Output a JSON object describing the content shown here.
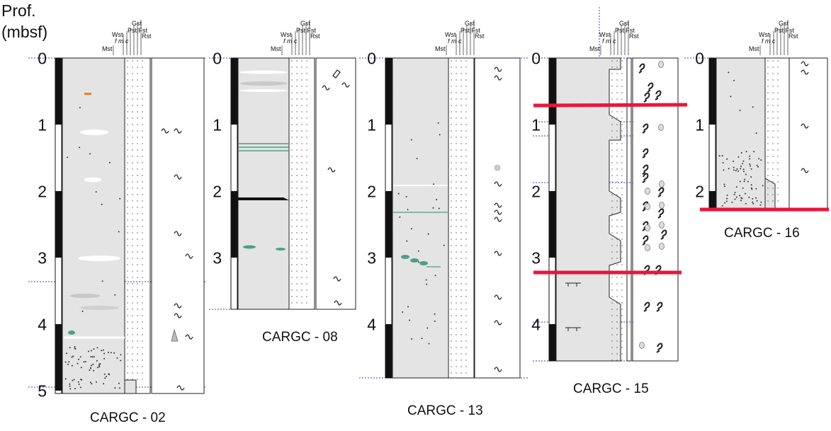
{
  "figure": {
    "axis_label_line1": "Prof.",
    "axis_label_line2": "(mbsf)",
    "header_labels": {
      "gst": "Gst",
      "pst_fst": "Pst|Fst",
      "rst": "Rst",
      "wst": "Wst",
      "fmc": "f m c",
      "mst": "Mst"
    },
    "colors": {
      "core_fill": "#e4e4e4",
      "depth_bar": "#111111",
      "guide_line": "#3a3ae0",
      "red_marker": "#e8173a",
      "green_lens": "#4f9e87",
      "orange_clast": "#f08020"
    },
    "cores": [
      {
        "id": "CARGC - 02",
        "caption": "CARGC - 02",
        "depth_ticks": [
          "0",
          "1",
          "2",
          "3",
          "4",
          "5"
        ],
        "notes": [
          "lamination lenses",
          "bioturbation symbols",
          "dense dotted base"
        ]
      },
      {
        "id": "CARGC - 08",
        "caption": "CARGC - 08",
        "depth_ticks": [
          "0",
          "1",
          "2",
          "3"
        ],
        "notes": [
          "green laminae at ~1.3 m",
          "black erosive surface at ~2.1 m"
        ]
      },
      {
        "id": "CARGC - 13",
        "caption": "CARGC - 13",
        "depth_ticks": [
          "0",
          "1",
          "2",
          "3",
          "4"
        ],
        "notes": [
          "green lenses at ~3 m"
        ]
      },
      {
        "id": "CARGC - 15",
        "caption": "CARGC - 15",
        "depth_ticks": [
          "0",
          "1",
          "2",
          "3",
          "4"
        ],
        "notes": [
          "red markers at ~0.7 m and ~3.3 m",
          "dense shell symbols"
        ]
      },
      {
        "id": "CARGC - 16",
        "caption": "CARGC - 16",
        "depth_ticks": [
          "0",
          "1",
          "2"
        ],
        "notes": [
          "dotted lower interval",
          "red base line"
        ]
      }
    ]
  }
}
